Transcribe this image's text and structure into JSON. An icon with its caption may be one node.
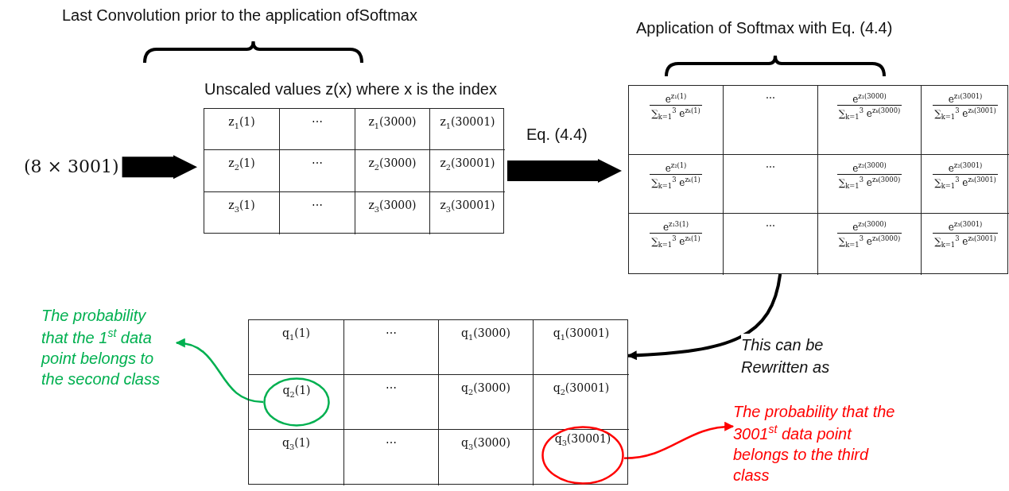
{
  "diagram": {
    "nodes": [
      {
        "text": [
          "(8 × 3001)"
        ]
      },
      {
        "text": [
          "Unscaled values z(x) where x is the index",
          "z$_{1}$(1)",
          "⋯",
          "z$_{1}$(3000)",
          "z$_{1}$(30001)",
          "z$_{2}$(1)",
          "⋯",
          "z$_{2}$(3000)",
          "z$_{2}$(30001)",
          "z$_{3}$(1)",
          "⋯",
          "z$_{3}$(3000)",
          "z$_{3}$(30001)"
        ]
      },
      {
        "text": [
          "e$^{z₁(1)}$",
          "∑$_{k=1}$$^{3}$ e$^{zₖ(1)}$",
          "⋯",
          "e$^{z₁(3000)}$",
          "∑$_{k=1}$$^{3}$ e$^{zₖ(3000)}$",
          "e$^{z₁(3001)}$",
          "∑$_{k=1}$$^{3}$ e$^{zₖ(3001)}$",
          "e$^{z₂(1)}$",
          "∑$_{k=1}$$^{3}$ e$^{zₖ(1)}$",
          "⋯",
          "e$^{z₂(3000)}$",
          "∑$_{k=1}$$^{3}$ e$^{zₖ(3000)}$",
          "e$^{z₂(3001)}$",
          "∑$_{k=1}$$^{3}$ e$^{zₖ(3001)}$",
          "e$^{z₁3(1)}$",
          "∑$_{k=1}$$^{3}$ e$^{zₖ(1)}$",
          "⋯",
          "e$^{z₃(3000)}$",
          "∑$_{k=1}$$^{3}$ e$^{zₖ(3000)}$",
          "e$^{z₃(3001)}$",
          "∑$_{k=1}$$^{3}$ e$^{zₖ(3001)}$"
        ]
      },
      {
        "text": [
          "The probability that the 1$^{st}$ data point belongs to the second class"
        ]
      },
      {
        "text": [
          "q$_{1}$(1)",
          "⋯",
          "q$_{1}$(3000)",
          "q$_{1}$(30001)",
          "⋯",
          "q$_{2}$(3000)",
          "q$_{2}$(30001)",
          "q$_{3}$(1)",
          "⋯",
          "q$_{3}$(3000)"
        ]
      },
      {
        "text": [
          "q$_{2}$(1)"
        ],
        "in": 4
      },
      {
        "text": [
          "q$_{3}$(30001)"
        ],
        "in": 4
      },
      {
        "text": [
          "The probability that the 3001$^{st}$ data point belongs to the third class"
        ]
      }
    ],
    "edges": [
      {
        "from": 0,
        "to": 1,
        "arrow": "to",
        "style": "thick"
      },
      {
        "from": 1,
        "to": 2,
        "arrow": "to",
        "style": "thick",
        "label": "Eq. (4.4)"
      },
      {
        "from": 2,
        "to": 4,
        "arrow": "to",
        "label": "This can be Rewritten as"
      },
      {
        "from": 5,
        "to": 3,
        "arrow": "to",
        "color": "#00b050"
      },
      {
        "from": 6,
        "to": 7,
        "arrow": "to",
        "color": "#ff0000"
      }
    ],
    "labels": [
      "Last Convolution prior to the application ofSoftmax",
      "Application of Softmax with Eq. (4.4)"
    ]
  }
}
